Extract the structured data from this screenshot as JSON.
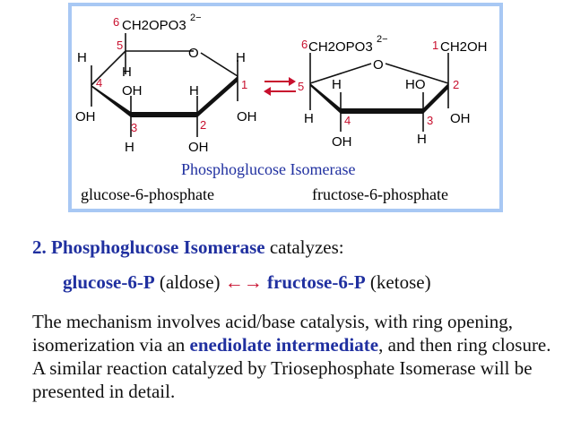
{
  "figure": {
    "enzyme_label": "Phosphoglucose Isomerase",
    "left_name": "glucose-6-phosphate",
    "right_name": "fructose-6-phosphate",
    "glucose_atoms": {
      "n6": "6",
      "n5": "5",
      "n4": "4",
      "n3": "3",
      "n2": "2",
      "n1": "1",
      "ch2opo3": "CH2OPO3",
      "charge": "2−",
      "O": "O",
      "H": "H",
      "OH": "OH"
    },
    "fructose_atoms": {
      "n6": "6",
      "n5": "5",
      "n4": "4",
      "n3": "3",
      "n2": "2",
      "n1": "1",
      "ch2opo3": "CH2OPO3",
      "charge": "2−",
      "ch2oh": "CH2OH",
      "O": "O",
      "H": "H",
      "HO": "HO",
      "OH": "OH"
    },
    "colors": {
      "border": "#a8c8f4",
      "enzyme": "#2030a0",
      "numbers": "#c8102e",
      "arrow": "#c8102e"
    }
  },
  "heading": {
    "num": "2. ",
    "enzyme": "Phosphoglucose Isomerase",
    "rest": " catalyzes:"
  },
  "equation": {
    "left": "glucose-6-P",
    "left_type": " (aldose) ",
    "arrow": "←→",
    "right": " fructose-6-P",
    "right_type": " (ketose)"
  },
  "paragraph": {
    "part1": "The mechanism involves acid/base catalysis, with ring opening, isomerization via an ",
    "highlight": "enediolate intermediate",
    "part2": ", and then ring closure.  A similar reaction catalyzed by Triosephosphate Isomerase will be presented in detail."
  }
}
